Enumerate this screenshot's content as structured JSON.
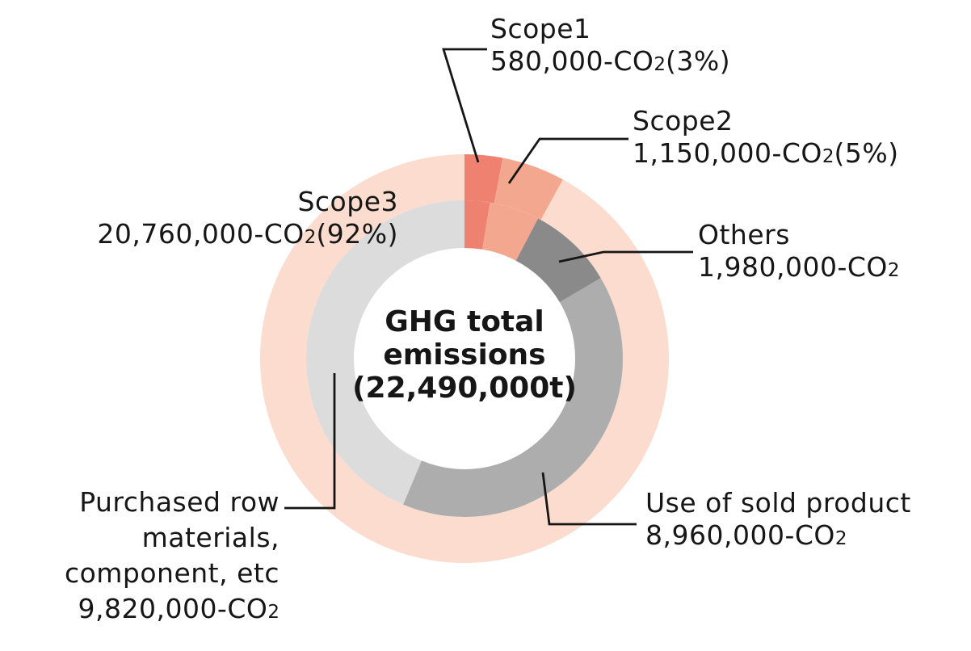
{
  "page": {
    "background": "#ffffff"
  },
  "center": {
    "line1": "GHG total",
    "line2": "emissions",
    "line3": "(22,490,000t)"
  },
  "labels": {
    "scope1": {
      "name": "Scope1",
      "value_pre": "580,000-CO",
      "sub": "2",
      "value_post": "(3%)"
    },
    "scope2": {
      "name": "Scope2",
      "value_pre": "1,150,000-CO",
      "sub": "2",
      "value_post": "(5%)"
    },
    "scope3": {
      "name": "Scope3",
      "value_pre": "20,760,000-CO",
      "sub": "2",
      "value_post": "(92%)"
    },
    "others": {
      "name": "Others",
      "value_pre": "1,980,000-CO",
      "sub": "2",
      "value_post": ""
    },
    "use_of_sold_product": {
      "name": "Use of sold product",
      "value_pre": "8,960,000-CO",
      "sub": "2",
      "value_post": ""
    },
    "purchased": {
      "name_line1": "Purchased row",
      "name_line2": "materials,",
      "name_line3": "component, etc",
      "value_pre": "9,820,000-CO",
      "sub": "2",
      "value_post": ""
    }
  },
  "chart_data": {
    "type": "donut",
    "title": "GHG total emissions (22,490,000t)",
    "total": 22490000,
    "start_angle_deg": 0,
    "direction": "clockwise",
    "legend_position": "none",
    "rings": {
      "outer": {
        "segments": [
          {
            "label": "Scope1",
            "value": 580000,
            "pct": 3,
            "color": "#ee8170"
          },
          {
            "label": "Scope2",
            "value": 1150000,
            "pct": 5,
            "color": "#f4a78f"
          },
          {
            "label": "Scope3",
            "value": 20760000,
            "pct": 92,
            "color": "#fbdcce"
          }
        ]
      },
      "inner": {
        "segments": [
          {
            "label": "Scope1",
            "value": 580000,
            "color": "#ee8170"
          },
          {
            "label": "Scope2",
            "value": 1150000,
            "color": "#f4a78f"
          },
          {
            "label": "Others",
            "value": 1980000,
            "color": "#8a8a8a"
          },
          {
            "label": "Use of sold product",
            "value": 8960000,
            "color": "#aeadad"
          },
          {
            "label": "Purchased row materials, component, etc",
            "value": 9820000,
            "color": "#dcdcdc"
          }
        ]
      }
    }
  },
  "colors": {
    "text": "#161616",
    "leader_line": "#161616",
    "scope1": "#ee8170",
    "scope2": "#f4a78f",
    "scope3": "#fbdcce",
    "others": "#8a8a8a",
    "use_of_sold_product": "#aeadad",
    "purchased": "#dcdcdc"
  }
}
